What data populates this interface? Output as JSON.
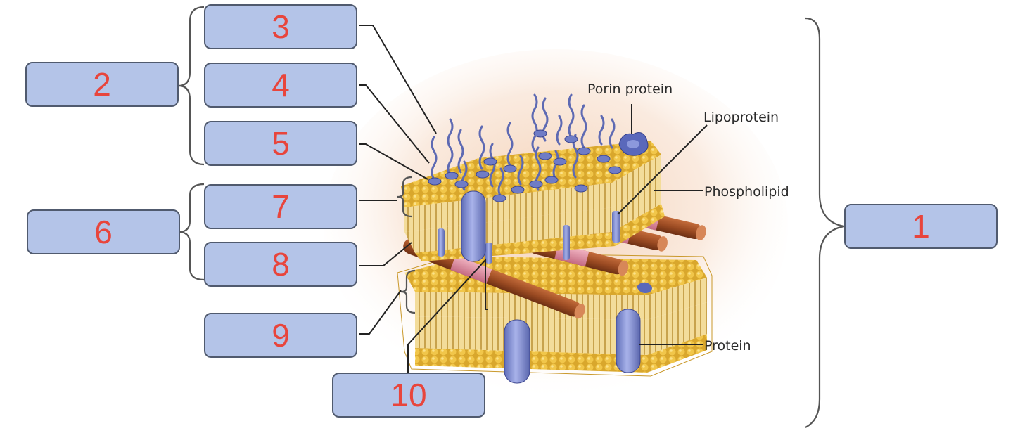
{
  "answer_boxes": [
    {
      "id": "1",
      "text": "1"
    },
    {
      "id": "2",
      "text": "2"
    },
    {
      "id": "3",
      "text": "3"
    },
    {
      "id": "4",
      "text": "4"
    },
    {
      "id": "5",
      "text": "5"
    },
    {
      "id": "6",
      "text": "6"
    },
    {
      "id": "7",
      "text": "7"
    },
    {
      "id": "8",
      "text": "8"
    },
    {
      "id": "9",
      "text": "9"
    },
    {
      "id": "10",
      "text": "10"
    }
  ],
  "labels": {
    "porin_protein": "Porin protein",
    "lipoprotein": "Lipoprotein",
    "phospholipid": "Phospholipid",
    "protein": "Protein"
  },
  "colors": {
    "box_fill": "#b4c4e8",
    "box_number": "#e8453c",
    "membrane_gold": "#e3b53c",
    "protein_blue": "#7f8bd0",
    "peptidoglycan_brown": "#a0522d",
    "peptidoglycan_pink": "#d98aa0"
  }
}
